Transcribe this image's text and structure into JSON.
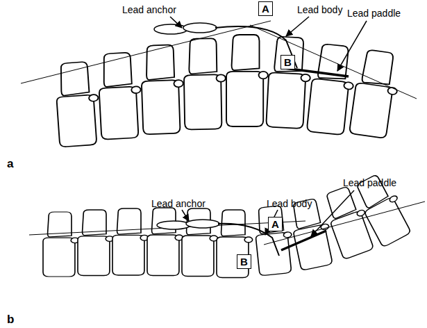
{
  "diagram": {
    "nodes": [
      {
        "text": [
          "A"
        ]
      },
      {
        "text": [
          "B"
        ]
      },
      {
        "text": [
          "A"
        ]
      },
      {
        "text": [
          "B"
        ]
      }
    ],
    "labels": [
      "Lead anchor",
      "Lead body",
      "Lead paddle",
      "a",
      "Lead anchor",
      "Lead body",
      "Lead paddle",
      "b"
    ]
  }
}
